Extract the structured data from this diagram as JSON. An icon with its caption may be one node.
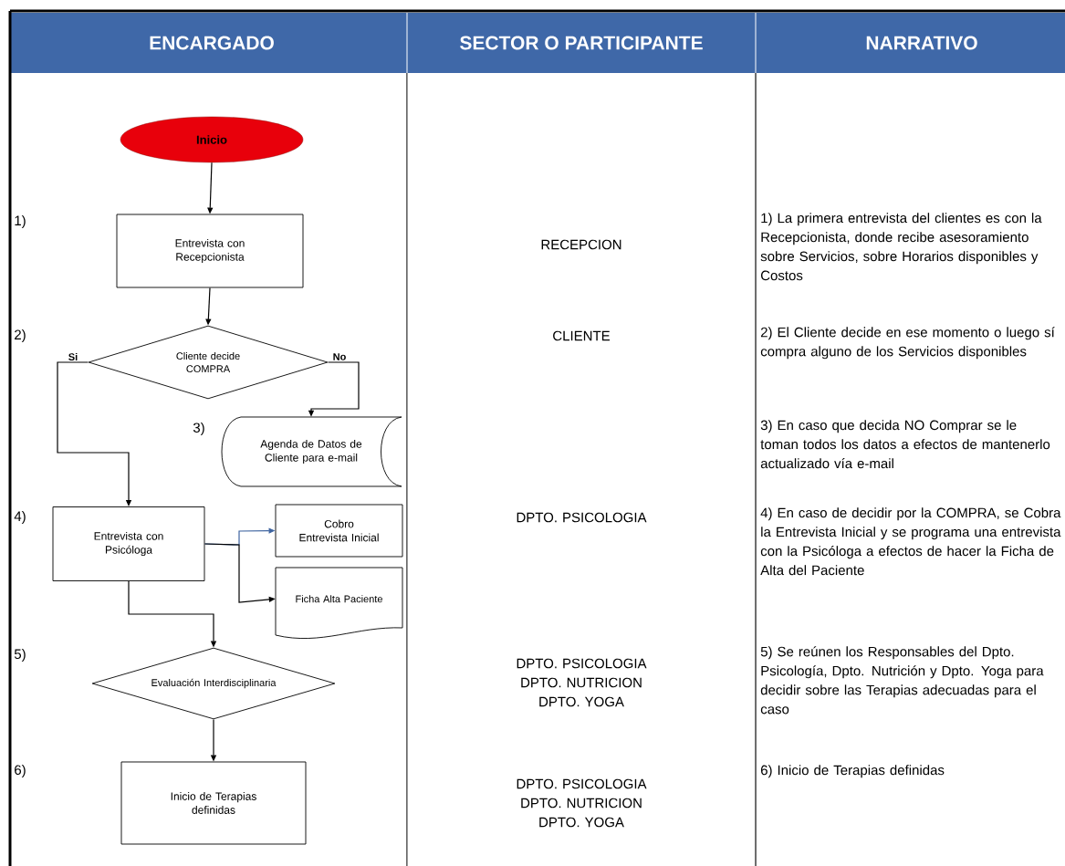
{
  "diagram": {
    "nodes": [
      {
        "text": [
          "Inicio"
        ]
      },
      {
        "text": [
          "Entrevista con Recepcionista"
        ]
      },
      {
        "text": [
          "Cliente decide COMPRA"
        ]
      },
      {
        "text": [
          "Agenda de Datos de Cliente para e-mail"
        ]
      },
      {
        "text": [
          "Entrevista con Psicóloga"
        ]
      },
      {
        "text": [
          "Cobro Entrevista Inicial"
        ]
      },
      {
        "text": [
          "Ficha Alta Paciente"
        ]
      },
      {
        "text": [
          "Evaluación Interdisciplinaria"
        ]
      },
      {
        "text": [
          "Inicio de Terapias definidas"
        ]
      }
    ],
    "edges": [
      {
        "from": 0,
        "to": 1,
        "arrow": "to"
      },
      {
        "from": 1,
        "to": 2,
        "arrow": "to"
      },
      {
        "from": 2,
        "to": 4,
        "arrow": "to",
        "label": "Si"
      },
      {
        "from": 2,
        "to": 3,
        "arrow": "to",
        "label": "No"
      },
      {
        "from": 4,
        "to": 5,
        "arrow": "to",
        "color": "#3e64a0"
      },
      {
        "from": 4,
        "to": 6,
        "arrow": "to"
      },
      {
        "from": 4,
        "to": 7,
        "arrow": "to"
      },
      {
        "from": 7,
        "to": 8,
        "arrow": "to"
      }
    ],
    "labels": [
      "ENCARGADO",
      "SECTOR O PARTICIPANTE",
      "NARRATIVO",
      "1)",
      "RECEPCION",
      "1) La primera entrevista del clientes es con la Recepcionista, donde recibe asesoramiento sobre Servicios, sobre Horarios disponibles y Costos",
      "2)",
      "CLIENTE",
      "2) El Cliente decide en ese momento o luego sí compra alguno de los Servicios disponibles",
      "3)",
      "3) En caso que decida NO Comprar se le toman todos los datos a efectos de mantenerlo actualizado vía e-mail",
      "4)",
      "DPTO. PSICOLOGIA",
      "4) En caso de decidir por la COMPRA, se Cobra la Entrevista Inicial y se programa una entrevista con la Psicóloga a efectos de hacer la Ficha de Alta del Paciente",
      "5)",
      "DPTO. PSICOLOGIA DPTO. NUTRICION DPTO. YOGA",
      "5) Se reúnen los Responsables del Dpto. Psicología, Dpto. Nutrición y Dpto. Yoga para decidir sobre las Terapias adecuadas para el caso",
      "6)",
      "DPTO. PSICOLOGIA DPTO. NUTRICION DPTO. YOGA",
      "6) Inicio de Terapias definidas"
    ]
  }
}
